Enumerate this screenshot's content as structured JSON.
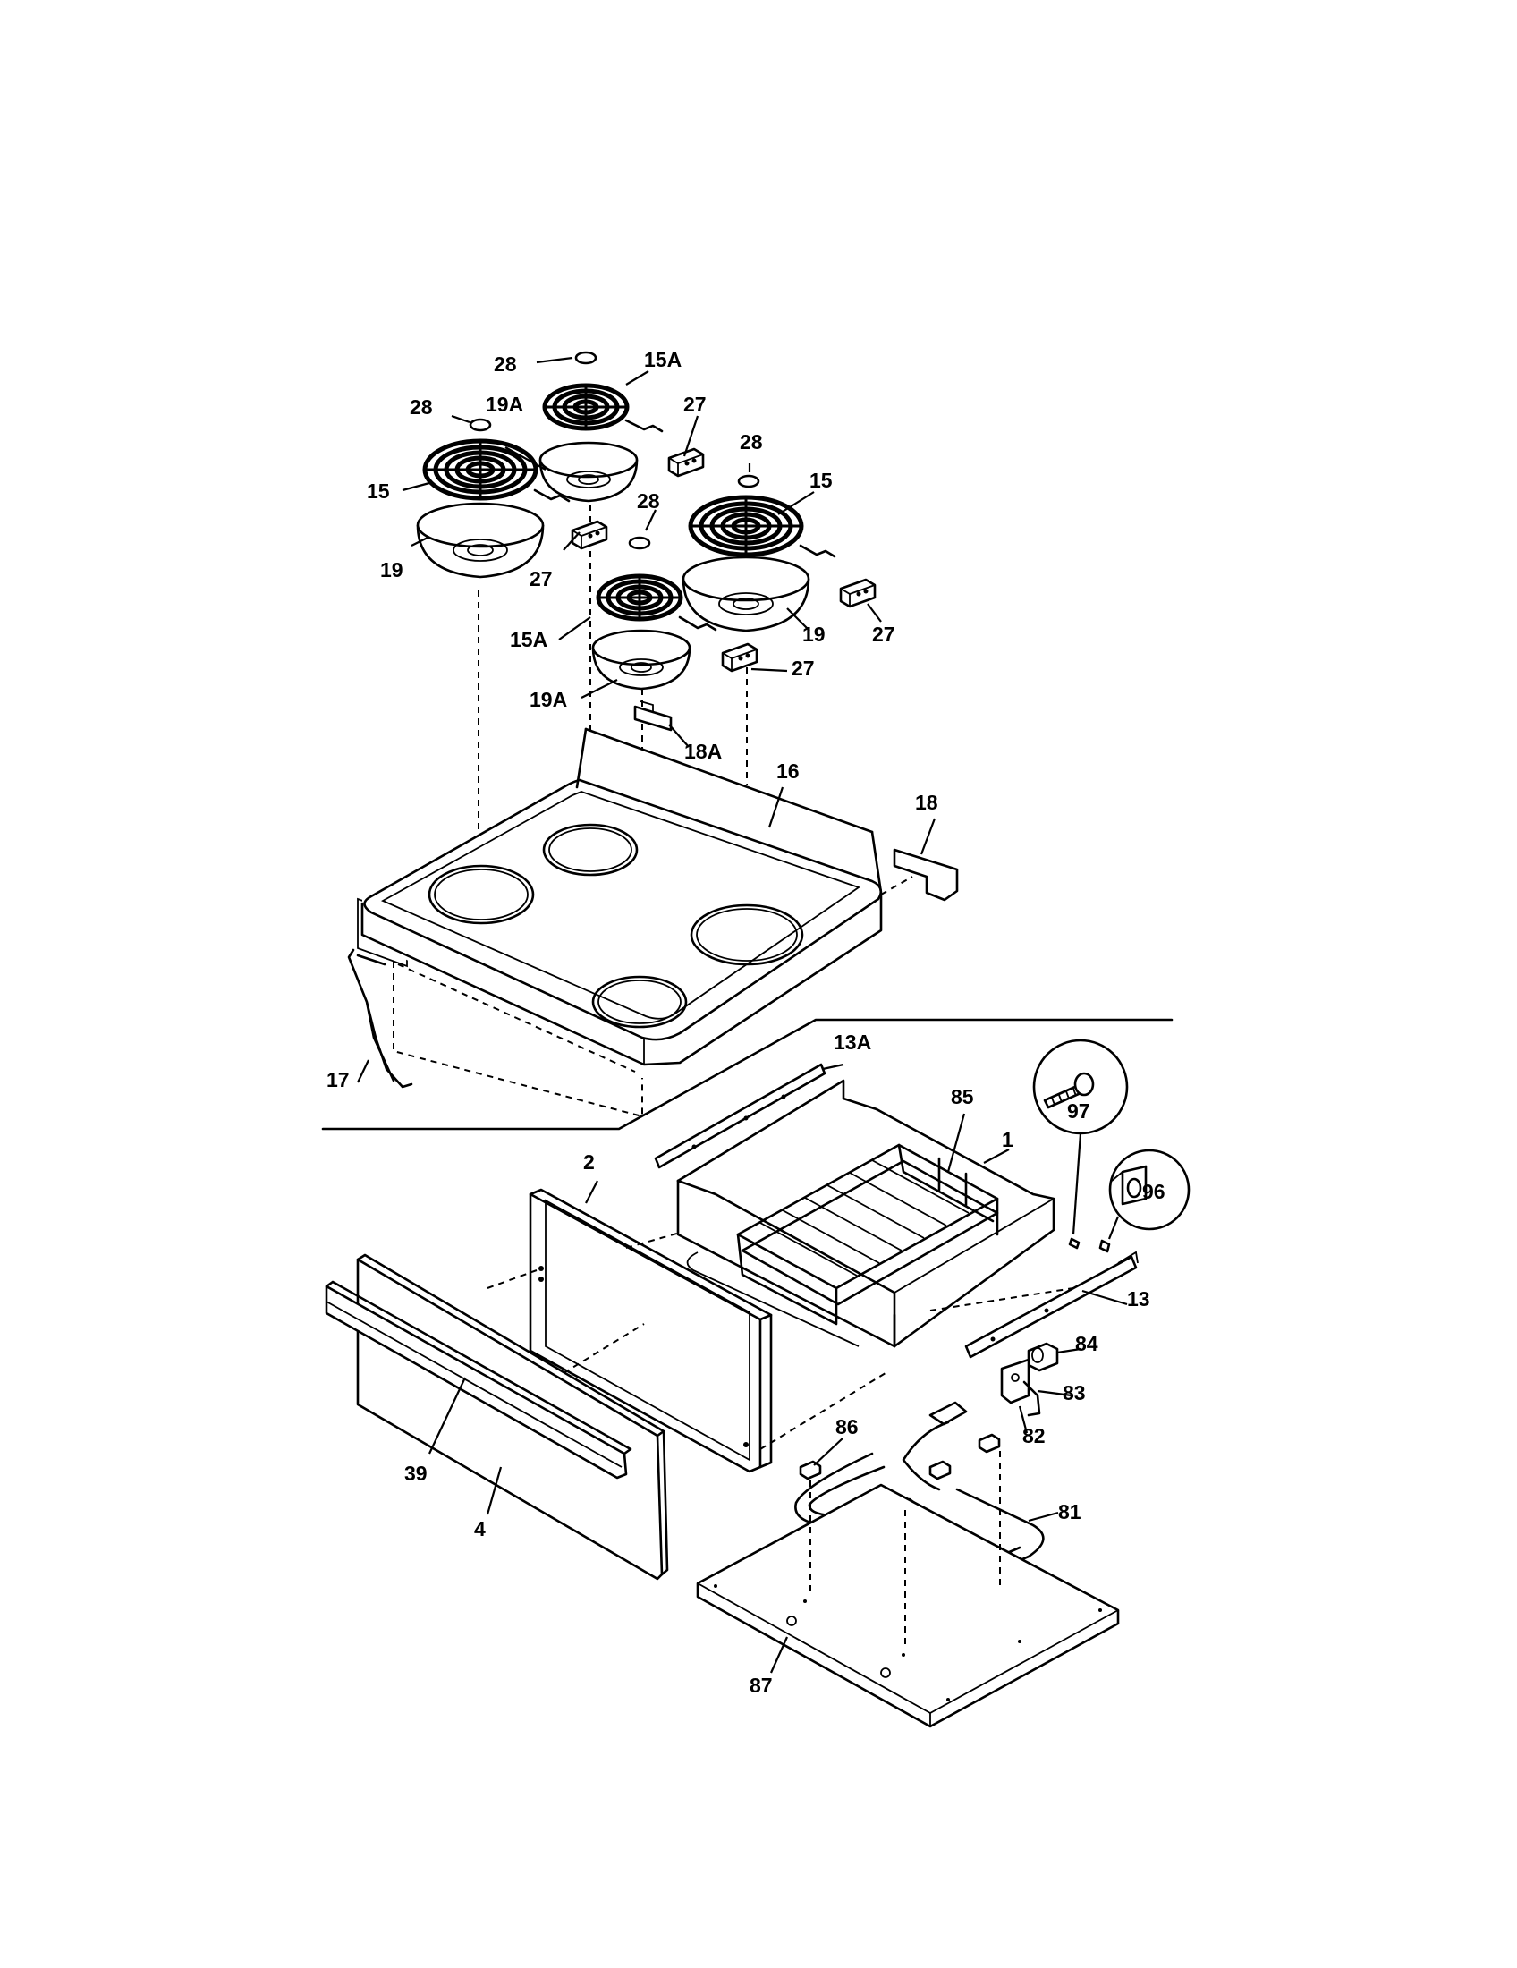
{
  "parts": {
    "p28a": "28",
    "p15Aa": "15A",
    "p28b": "28",
    "p19Aa": "19A",
    "p27a": "27",
    "p28c": "28",
    "p15b": "15",
    "p15a": "15",
    "p28d": "28",
    "p19a": "19",
    "p27b": "27",
    "p15Ab": "15A",
    "p19b": "19",
    "p27c": "27",
    "p27d": "27",
    "p19Ab": "19A",
    "p18A": "18A",
    "p16": "16",
    "p18": "18",
    "p17": "17",
    "p13A": "13A",
    "p85": "85",
    "p97": "97",
    "p2": "2",
    "p1": "1",
    "p96": "96",
    "p13": "13",
    "p84": "84",
    "p83": "83",
    "p82": "82",
    "p86": "86",
    "p39": "39",
    "p81": "81",
    "p4": "4",
    "p87": "87"
  }
}
